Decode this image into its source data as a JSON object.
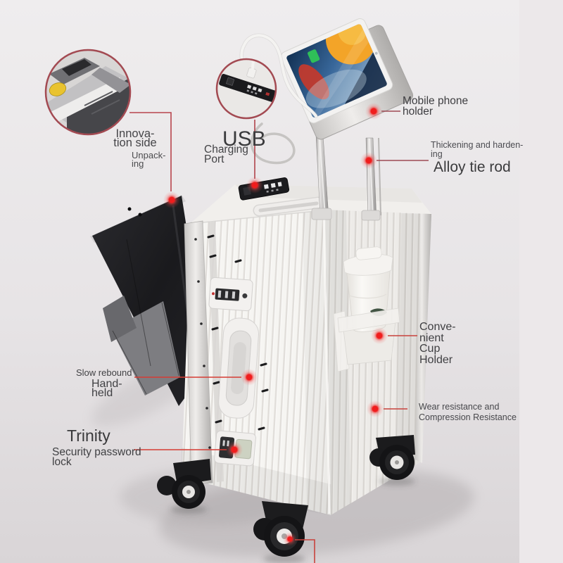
{
  "image_type": "annotated product photo of multifunctional trolley suitcase",
  "colors": {
    "background": "#e9e6e8",
    "case_white": "#f6f5f3",
    "panel_black": "#1a1a1d",
    "accent_red_line": "#d63c34",
    "maroon_line": "#9e4a54",
    "marker_red": "#f01d1d",
    "magnifier_ring": "#a34a52",
    "text_dark": "#3e3e41",
    "yellow_button": "#e9c32f"
  },
  "annotations": {
    "innovation": {
      "line1": "Innova-",
      "line2": "tion side",
      "sub1": "Unpack-",
      "sub2": "ing"
    },
    "usb": {
      "title": "USB",
      "sub1": "Charging",
      "sub2": "Port"
    },
    "phone_holder": {
      "line1": "Mobile phone",
      "line2": "holder"
    },
    "tie_rod": {
      "small1": "Thickening and harden-",
      "small2": "ing",
      "title": "Alloy tie rod"
    },
    "cup_holder": {
      "line1": "Conve-",
      "line2": "nient",
      "line3": "Cup",
      "line4": "Holder"
    },
    "handle": {
      "small": "Slow rebound",
      "line1": "Hand-",
      "line2": "held"
    },
    "password_lock": {
      "title": "Trinity",
      "sub1": "Security password",
      "sub2": "lock"
    },
    "wear": {
      "line1": "Wear resistance and",
      "line2": "Compression Resistance"
    }
  }
}
